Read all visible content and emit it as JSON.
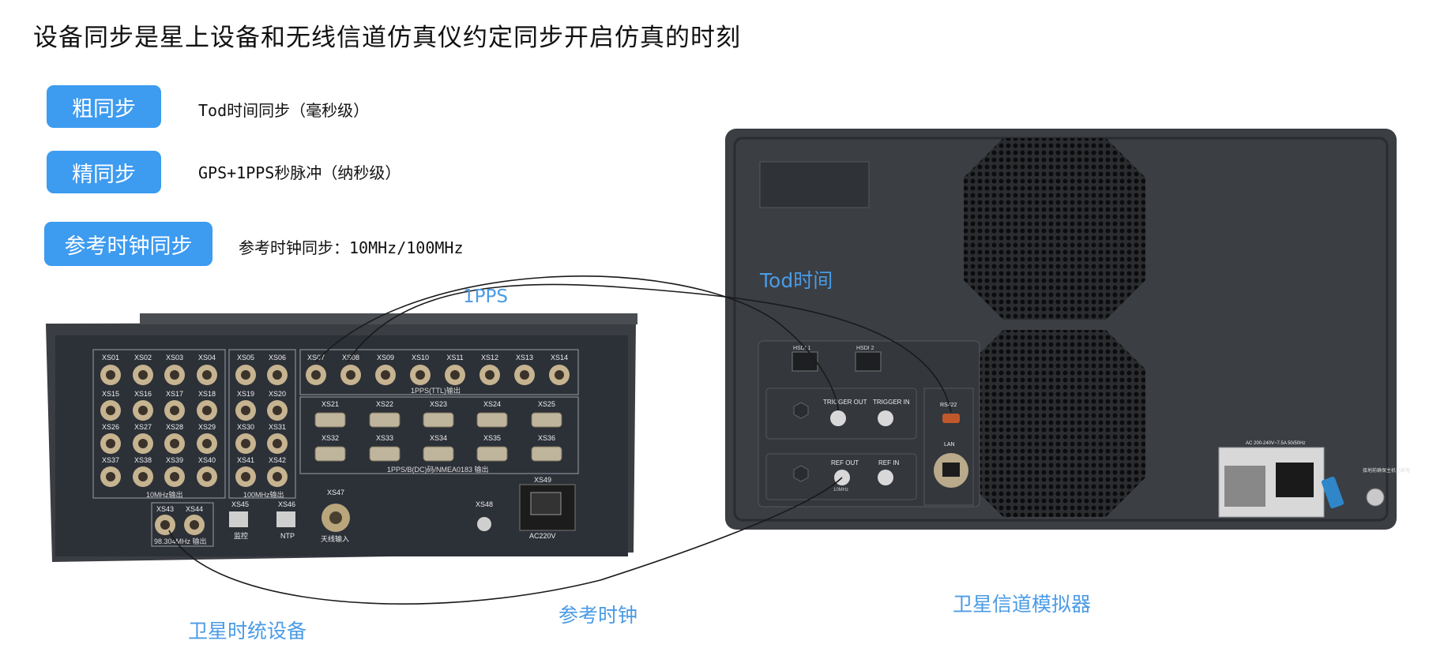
{
  "title": "设备同步是星上设备和无线信道仿真仪约定同步开启仿真的时刻",
  "sync_modes": [
    {
      "tag": "粗同步",
      "desc": "Tod时间同步（毫秒级）"
    },
    {
      "tag": "精同步",
      "desc": "GPS+1PPS秒脉冲（纳秒级）"
    },
    {
      "tag": "参考时钟同步",
      "desc": "参考时钟同步：10MHz/100MHz"
    }
  ],
  "connections": {
    "pps": "1PPS",
    "tod": "Tod时间",
    "ref_clock": "参考时钟"
  },
  "devices": {
    "left_caption": "卫星时统设备",
    "right_caption": "卫星信道模拟器"
  },
  "left_panel": {
    "group_a_top": [
      "XS01",
      "XS02",
      "XS03",
      "XS04"
    ],
    "group_a_rows": [
      [
        "XS15",
        "XS16",
        "XS17",
        "XS18"
      ],
      [
        "XS26",
        "XS27",
        "XS28",
        "XS29"
      ],
      [
        "XS37",
        "XS38",
        "XS39",
        "XS40"
      ]
    ],
    "group_a_caption": "10MHz输出",
    "group_b_top": [
      "XS05",
      "XS06"
    ],
    "group_b_rows": [
      [
        "XS19",
        "XS20"
      ],
      [
        "XS30",
        "XS31"
      ],
      [
        "XS41",
        "XS42"
      ]
    ],
    "group_b_caption": "100MHz输出",
    "pps_row": [
      "XS07",
      "XS08",
      "XS09",
      "XS10",
      "XS11",
      "XS12",
      "XS13",
      "XS14"
    ],
    "pps_caption": "1PPS(TTL)输出",
    "db9_row1": [
      "XS21",
      "XS22",
      "XS23",
      "XS24",
      "XS25"
    ],
    "db9_row2": [
      "XS32",
      "XS33",
      "XS34",
      "XS35",
      "XS36"
    ],
    "db9_caption": "1PPS/B(DC)码/NMEA0183 输出",
    "out_98": [
      "XS43",
      "XS44"
    ],
    "out_98_caption": "98.304MHz 输出",
    "xs45": "XS45",
    "xs45_label": "监控",
    "xs46": "XS46",
    "xs46_label": "NTP",
    "xs47": "XS47",
    "xs47_label": "天线输入",
    "xs48": "XS48",
    "xs49": "XS49",
    "xs49_label": "AC220V"
  },
  "right_panel": {
    "hsdi1": "HSDI 1",
    "hsdi2": "HSDI 2",
    "trigger_out": "TRIGGER OUT",
    "trigger_in": "TRIGGER IN",
    "ref_out": "REF OUT",
    "ref_in": "REF IN",
    "ref_sub": "10MHz",
    "rs422": "RS422",
    "lan": "LAN",
    "ac_label": "AC 200-240V~7.5A 50/50Hz",
    "ground_label": "接地前确保主机已断电"
  },
  "colors": {
    "tag_bg": "#3d9bf0",
    "blue_text": "#4a9be6",
    "chassis": "#2e3238",
    "device": "#3c3f44"
  }
}
